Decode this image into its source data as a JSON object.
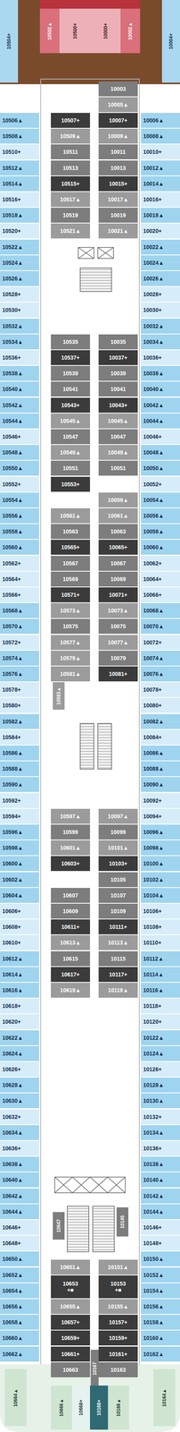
{
  "diagram": {
    "nodes": [
      {
        "text": [
          "10504+"
        ]
      },
      {
        "text": [
          "10502▲"
        ]
      },
      {
        "text": [
          "10500+"
        ]
      },
      {
        "text": [
          "10000+"
        ]
      },
      {
        "text": [
          "10002▲"
        ]
      },
      {
        "text": [
          "10004+"
        ]
      },
      {
        "text": [
          "10506▲"
        ]
      },
      {
        "text": [
          "10508▲"
        ]
      },
      {
        "text": [
          "10510+"
        ]
      },
      {
        "text": [
          "10512▲"
        ]
      },
      {
        "text": [
          "10514▲"
        ]
      },
      {
        "text": [
          "10516+"
        ]
      },
      {
        "text": [
          "10518▲"
        ]
      },
      {
        "text": [
          "10520+"
        ]
      },
      {
        "text": [
          "10522▲"
        ]
      },
      {
        "text": [
          "10524▲"
        ]
      },
      {
        "text": [
          "10526▲"
        ]
      },
      {
        "text": [
          "10528+"
        ]
      },
      {
        "text": [
          "10530+"
        ]
      },
      {
        "text": [
          "10532▲"
        ]
      },
      {
        "text": [
          "10534▲"
        ]
      },
      {
        "text": [
          "10536+"
        ]
      },
      {
        "text": [
          "10538▲"
        ]
      },
      {
        "text": [
          "10540▲"
        ]
      },
      {
        "text": [
          "10542▲"
        ]
      },
      {
        "text": [
          "10544▲"
        ]
      },
      {
        "text": [
          "10546+"
        ]
      },
      {
        "text": [
          "10548▲"
        ]
      },
      {
        "text": [
          "10550▲"
        ]
      },
      {
        "text": [
          "10552+"
        ]
      },
      {
        "text": [
          "10554▲"
        ]
      },
      {
        "text": [
          "10556▲"
        ]
      },
      {
        "text": [
          "10558▲"
        ]
      },
      {
        "text": [
          "10560▲"
        ]
      },
      {
        "text": [
          "10562+"
        ]
      },
      {
        "text": [
          "10564+"
        ]
      },
      {
        "text": [
          "10566+"
        ]
      },
      {
        "text": [
          "10568▲"
        ]
      },
      {
        "text": [
          "10570▲"
        ]
      },
      {
        "text": [
          "10572+"
        ]
      },
      {
        "text": [
          "10574▲"
        ]
      },
      {
        "text": [
          "10576▲"
        ]
      },
      {
        "text": [
          "10578+"
        ]
      },
      {
        "text": [
          "10580+"
        ]
      },
      {
        "text": [
          "10582▲"
        ]
      },
      {
        "text": [
          "10584+"
        ]
      },
      {
        "text": [
          "10586▲"
        ]
      },
      {
        "text": [
          "10588▲"
        ]
      },
      {
        "text": [
          "10590▲"
        ]
      },
      {
        "text": [
          "10592+"
        ]
      },
      {
        "text": [
          "10594+"
        ]
      },
      {
        "text": [
          "10596▲"
        ]
      },
      {
        "text": [
          "10598▲"
        ]
      },
      {
        "text": [
          "10600▲"
        ]
      },
      {
        "text": [
          "10602▲"
        ]
      },
      {
        "text": [
          "10604▲"
        ]
      },
      {
        "text": [
          "10606+"
        ]
      },
      {
        "text": [
          "10608+"
        ]
      },
      {
        "text": [
          "10610+"
        ]
      },
      {
        "text": [
          "10612▲"
        ]
      },
      {
        "text": [
          "10614▲"
        ]
      },
      {
        "text": [
          "10616▲"
        ]
      },
      {
        "text": [
          "10618+"
        ]
      },
      {
        "text": [
          "10620+"
        ]
      },
      {
        "text": [
          "10622▲"
        ]
      },
      {
        "text": [
          "10624▲"
        ]
      },
      {
        "text": [
          "10626+"
        ]
      },
      {
        "text": [
          "10628▲"
        ]
      },
      {
        "text": [
          "10630▲"
        ]
      },
      {
        "text": [
          "10632+"
        ]
      },
      {
        "text": [
          "10634▲"
        ]
      },
      {
        "text": [
          "10636+"
        ]
      },
      {
        "text": [
          "10638▲"
        ]
      },
      {
        "text": [
          "10640▲"
        ]
      },
      {
        "text": [
          "10642▲"
        ]
      },
      {
        "text": [
          "10644▲"
        ]
      },
      {
        "text": [
          "10646+"
        ]
      },
      {
        "text": [
          "10648+"
        ]
      },
      {
        "text": [
          "10650▲"
        ]
      },
      {
        "text": [
          "10652▲"
        ]
      },
      {
        "text": [
          "10654▲"
        ]
      },
      {
        "text": [
          "10656▲"
        ]
      },
      {
        "text": [
          "10658▲"
        ]
      },
      {
        "text": [
          "10660▲"
        ]
      },
      {
        "text": [
          "10662▲"
        ]
      },
      {
        "text": [
          "10507+"
        ]
      },
      {
        "text": [
          "10509▲"
        ]
      },
      {
        "text": [
          "10511"
        ]
      },
      {
        "text": [
          "10513"
        ]
      },
      {
        "text": [
          "10515+"
        ]
      },
      {
        "text": [
          "10517▲"
        ]
      },
      {
        "text": [
          "10519"
        ]
      },
      {
        "text": [
          "10521▲"
        ]
      },
      {
        "text": [
          "10535"
        ]
      },
      {
        "text": [
          "10537+"
        ]
      },
      {
        "text": [
          "10539"
        ]
      },
      {
        "text": [
          "10541"
        ]
      },
      {
        "text": [
          "10543+"
        ]
      },
      {
        "text": [
          "10545▲"
        ]
      },
      {
        "text": [
          "10547"
        ]
      },
      {
        "text": [
          "10549▲"
        ]
      },
      {
        "text": [
          "10551"
        ]
      },
      {
        "text": [
          "10553+"
        ]
      },
      {
        "text": [
          "10561▲"
        ]
      },
      {
        "text": [
          "10563"
        ]
      },
      {
        "text": [
          "10565+"
        ]
      },
      {
        "text": [
          "10567"
        ]
      },
      {
        "text": [
          "10569"
        ]
      },
      {
        "text": [
          "10571+"
        ]
      },
      {
        "text": [
          "10573▲"
        ]
      },
      {
        "text": [
          "10575"
        ]
      },
      {
        "text": [
          "10577▲"
        ]
      },
      {
        "text": [
          "10579▲"
        ]
      },
      {
        "text": [
          "10581▲"
        ]
      },
      {
        "text": [
          "10583▲"
        ]
      },
      {
        "text": [
          "10597▲"
        ]
      },
      {
        "text": [
          "10599"
        ]
      },
      {
        "text": [
          "10601▲"
        ]
      },
      {
        "text": [
          "10603+"
        ]
      },
      {
        "text": [
          "10607"
        ]
      },
      {
        "text": [
          "10609"
        ]
      },
      {
        "text": [
          "10611+"
        ]
      },
      {
        "text": [
          "10613▲"
        ]
      },
      {
        "text": [
          "10615"
        ]
      },
      {
        "text": [
          "10617+"
        ]
      },
      {
        "text": [
          "10619▲"
        ]
      },
      {
        "text": [
          "10647"
        ]
      },
      {
        "text": [
          "10651▲"
        ]
      },
      {
        "text": [
          "10653",
          "+■"
        ]
      },
      {
        "text": [
          "10655▲"
        ]
      },
      {
        "text": [
          "10657+"
        ]
      },
      {
        "text": [
          "10659+"
        ]
      },
      {
        "text": [
          "10661+"
        ]
      },
      {
        "text": [
          "10663"
        ]
      },
      {
        "text": [
          "10167"
        ]
      },
      {
        "text": [
          "10003"
        ]
      },
      {
        "text": [
          "10005▲"
        ]
      },
      {
        "text": [
          "10007+"
        ]
      },
      {
        "text": [
          "10009▲"
        ]
      },
      {
        "text": [
          "10011"
        ]
      },
      {
        "text": [
          "10013"
        ]
      },
      {
        "text": [
          "10015+"
        ]
      },
      {
        "text": [
          "10017▲"
        ]
      },
      {
        "text": [
          "10019"
        ]
      },
      {
        "text": [
          "10021▲"
        ]
      },
      {
        "text": [
          "10035"
        ]
      },
      {
        "text": [
          "10037+"
        ]
      },
      {
        "text": [
          "10039"
        ]
      },
      {
        "text": [
          "10041"
        ]
      },
      {
        "text": [
          "10043+"
        ]
      },
      {
        "text": [
          "10045▲"
        ]
      },
      {
        "text": [
          "10047"
        ]
      },
      {
        "text": [
          "10049▲"
        ]
      },
      {
        "text": [
          "10051"
        ]
      },
      {
        "text": [
          "10059▲"
        ]
      },
      {
        "text": [
          "10061▲"
        ]
      },
      {
        "text": [
          "10063"
        ]
      },
      {
        "text": [
          "10065+"
        ]
      },
      {
        "text": [
          "10067"
        ]
      },
      {
        "text": [
          "10069"
        ]
      },
      {
        "text": [
          "10071+"
        ]
      },
      {
        "text": [
          "10073▲"
        ]
      },
      {
        "text": [
          "10075"
        ]
      },
      {
        "text": [
          "10077▲"
        ]
      },
      {
        "text": [
          "10079"
        ]
      },
      {
        "text": [
          "10081+"
        ]
      },
      {
        "text": [
          "10097▲"
        ]
      },
      {
        "text": [
          "10099"
        ]
      },
      {
        "text": [
          "10101▲"
        ]
      },
      {
        "text": [
          "10103+"
        ]
      },
      {
        "text": [
          "10105"
        ]
      },
      {
        "text": [
          "10107"
        ]
      },
      {
        "text": [
          "10109"
        ]
      },
      {
        "text": [
          "10111+"
        ]
      },
      {
        "text": [
          "10113▲"
        ]
      },
      {
        "text": [
          "10115"
        ]
      },
      {
        "text": [
          "10117+"
        ]
      },
      {
        "text": [
          "10119▲"
        ]
      },
      {
        "text": [
          "10145"
        ]
      },
      {
        "text": [
          "10151▲"
        ]
      },
      {
        "text": [
          "10153",
          "+■"
        ]
      },
      {
        "text": [
          "10155▲"
        ]
      },
      {
        "text": [
          "10157+"
        ]
      },
      {
        "text": [
          "10159+"
        ]
      },
      {
        "text": [
          "10161+"
        ]
      },
      {
        "text": [
          "10163"
        ]
      },
      {
        "text": [
          "10006▲"
        ]
      },
      {
        "text": [
          "10008▲"
        ]
      },
      {
        "text": [
          "10010+"
        ]
      },
      {
        "text": [
          "10012▲"
        ]
      },
      {
        "text": [
          "10014▲"
        ]
      },
      {
        "text": [
          "10016+"
        ]
      },
      {
        "text": [
          "10018▲"
        ]
      },
      {
        "text": [
          "10020+"
        ]
      },
      {
        "text": [
          "10022▲"
        ]
      },
      {
        "text": [
          "10024▲"
        ]
      },
      {
        "text": [
          "10026▲"
        ]
      },
      {
        "text": [
          "10028+"
        ]
      },
      {
        "text": [
          "10030+"
        ]
      },
      {
        "text": [
          "10032▲"
        ]
      },
      {
        "text": [
          "10034▲"
        ]
      },
      {
        "text": [
          "10036+"
        ]
      },
      {
        "text": [
          "10038▲"
        ]
      },
      {
        "text": [
          "10040▲"
        ]
      },
      {
        "text": [
          "10042▲"
        ]
      },
      {
        "text": [
          "10044▲"
        ]
      },
      {
        "text": [
          "10046+"
        ]
      },
      {
        "text": [
          "10048▲"
        ]
      },
      {
        "text": [
          "10050▲"
        ]
      },
      {
        "text": [
          "10052+"
        ]
      },
      {
        "text": [
          "10054▲"
        ]
      },
      {
        "text": [
          "10056▲"
        ]
      },
      {
        "text": [
          "10058▲"
        ]
      },
      {
        "text": [
          "10060▲"
        ]
      },
      {
        "text": [
          "10062+"
        ]
      },
      {
        "text": [
          "10064+"
        ]
      },
      {
        "text": [
          "10066+"
        ]
      },
      {
        "text": [
          "10068▲"
        ]
      },
      {
        "text": [
          "10070▲"
        ]
      },
      {
        "text": [
          "10072+"
        ]
      },
      {
        "text": [
          "10074▲"
        ]
      },
      {
        "text": [
          "10076▲"
        ]
      },
      {
        "text": [
          "10078+"
        ]
      },
      {
        "text": [
          "10080+"
        ]
      },
      {
        "text": [
          "10082▲"
        ]
      },
      {
        "text": [
          "10084+"
        ]
      },
      {
        "text": [
          "10086▲"
        ]
      },
      {
        "text": [
          "10088▲"
        ]
      },
      {
        "text": [
          "10090▲"
        ]
      },
      {
        "text": [
          "10092+"
        ]
      },
      {
        "text": [
          "10094+"
        ]
      },
      {
        "text": [
          "10096▲"
        ]
      },
      {
        "text": [
          "10098▲"
        ]
      },
      {
        "text": [
          "10100▲"
        ]
      },
      {
        "text": [
          "10102▲"
        ]
      },
      {
        "text": [
          "10104▲"
        ]
      },
      {
        "text": [
          "10106+"
        ]
      },
      {
        "text": [
          "10108+"
        ]
      },
      {
        "text": [
          "10110+"
        ]
      },
      {
        "text": [
          "10112▲"
        ]
      },
      {
        "text": [
          "10114▲"
        ]
      },
      {
        "text": [
          "10116▲"
        ]
      },
      {
        "text": [
          "10118+"
        ]
      },
      {
        "text": [
          "10120+"
        ]
      },
      {
        "text": [
          "10122▲"
        ]
      },
      {
        "text": [
          "10124▲"
        ]
      },
      {
        "text": [
          "10126+"
        ]
      },
      {
        "text": [
          "10128▲"
        ]
      },
      {
        "text": [
          "10130▲"
        ]
      },
      {
        "text": [
          "10132+"
        ]
      },
      {
        "text": [
          "10134▲"
        ]
      },
      {
        "text": [
          "10136+"
        ]
      },
      {
        "text": [
          "10138▲"
        ]
      },
      {
        "text": [
          "10140▲"
        ]
      },
      {
        "text": [
          "10142▲"
        ]
      },
      {
        "text": [
          "10144▲"
        ]
      },
      {
        "text": [
          "10146+"
        ]
      },
      {
        "text": [
          "10148+"
        ]
      },
      {
        "text": [
          "10150▲"
        ]
      },
      {
        "text": [
          "10152▲"
        ]
      },
      {
        "text": [
          "10154▲"
        ]
      },
      {
        "text": [
          "10156▲"
        ]
      },
      {
        "text": [
          "10158▲"
        ]
      },
      {
        "text": [
          "10160▲"
        ]
      },
      {
        "text": [
          "10162▲"
        ]
      },
      {
        "text": [
          "10664▲"
        ]
      },
      {
        "text": [
          "10666▲"
        ]
      },
      {
        "text": [
          "10668+"
        ]
      },
      {
        "text": [
          "10168+"
        ]
      },
      {
        "text": [
          "10166▲"
        ]
      },
      {
        "text": [
          "10164▲"
        ]
      }
    ]
  }
}
